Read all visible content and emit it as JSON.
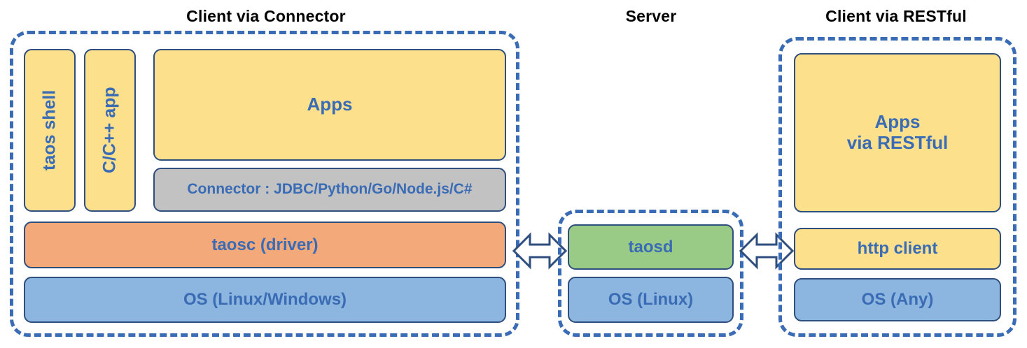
{
  "diagram": {
    "title_left": "Client via Connector",
    "title_middle": "Server",
    "title_right": "Client via RESTful",
    "colors": {
      "dashed_border": "#3A6BB5",
      "box_border": "#2E4E7E",
      "text_blue": "#3A6BB5",
      "title_black": "#000000",
      "yellow": "#FCE08C",
      "orange": "#F4A97A",
      "blue": "#8CB6DF",
      "green": "#9ACB86",
      "gray": "#C2C2C2",
      "background": "#FFFFFF"
    }
  },
  "client_connector": {
    "taos_shell": "taos shell",
    "c_cpp_app": "C/C++ app",
    "apps": "Apps",
    "connector": "Connector : JDBC/Python/Go/Node.js/C#",
    "taosc": "taosc (driver)",
    "os": "OS (Linux/Windows)"
  },
  "server": {
    "taosd": "taosd",
    "os": "OS (Linux)"
  },
  "client_restful": {
    "apps_line1": "Apps",
    "apps_line2": "via RESTful",
    "http_client": "http client",
    "os": "OS (Any)"
  },
  "arrows": {
    "left_arrow_label": "bidirectional-arrow",
    "right_arrow_label": "bidirectional-arrow"
  }
}
